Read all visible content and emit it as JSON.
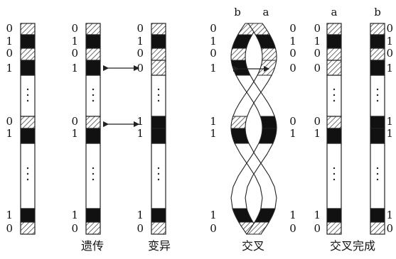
{
  "strand": {
    "top_bits": [
      "0",
      "1",
      "0",
      "1"
    ],
    "mid_bits": [
      "0",
      "1"
    ],
    "bottom_bits": [
      "1",
      "0"
    ]
  },
  "mutated": {
    "top_bits": [
      "0",
      "1",
      "0",
      "0"
    ],
    "mid_bits": [
      "1",
      "1"
    ],
    "bottom_bits": [
      "1",
      "0"
    ]
  },
  "crossover": {
    "left_bits": [
      "0",
      "1",
      "0",
      "1",
      "1",
      "1",
      "1",
      "0"
    ],
    "right_bits": [
      "0",
      "1",
      "0",
      "0",
      "0",
      "1",
      "1",
      "0"
    ],
    "labels": {
      "left": "b",
      "right": "a"
    }
  },
  "after_crossover": {
    "a_label": "a",
    "b_label": "b",
    "a_bits": [
      "0",
      "1",
      "0",
      "0",
      "0",
      "1",
      "1",
      "0"
    ],
    "b_bits": [
      "0",
      "1",
      "0",
      "1",
      "1",
      "1",
      "1",
      "0"
    ]
  },
  "captions": {
    "heredity": "遗传",
    "mutation": "变异",
    "crossover": "交叉",
    "crossover_done": "交叉完成"
  }
}
